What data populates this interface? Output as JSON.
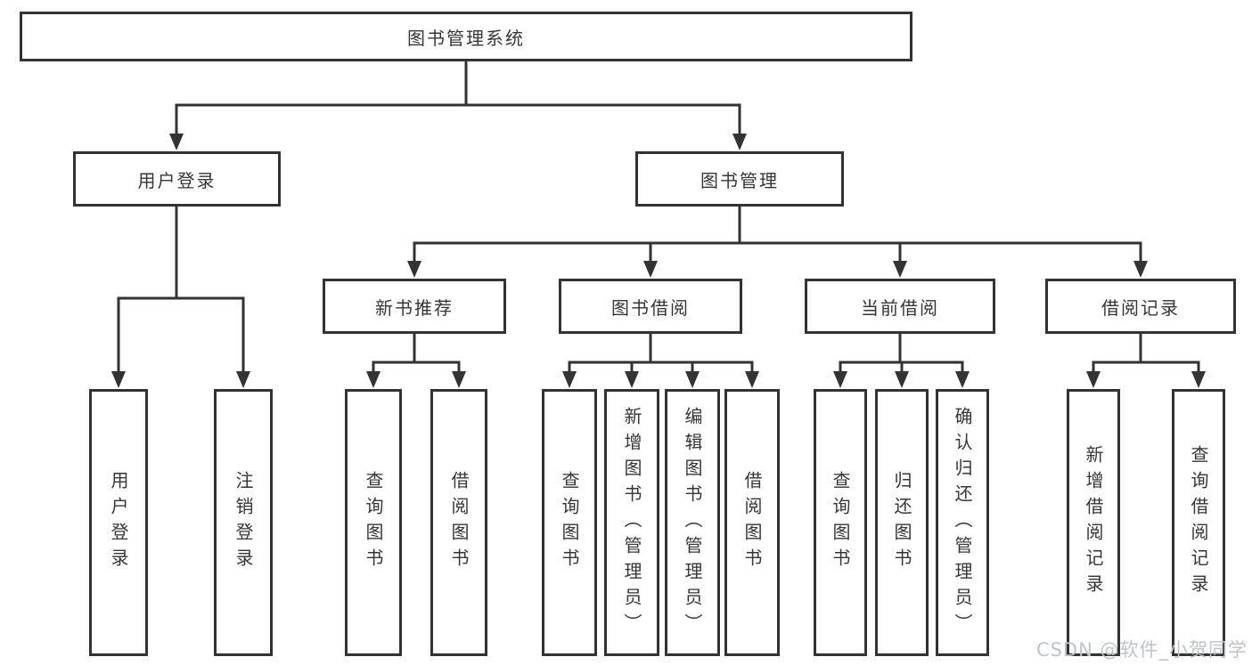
{
  "diagram": {
    "root": "图书管理系统",
    "level2": {
      "user_login": "用户登录",
      "book_mgmt": "图书管理"
    },
    "level3": {
      "new_books": "新书推荐",
      "book_borrow": "图书借阅",
      "current_borrow": "当前借阅",
      "borrow_records": "借阅记录"
    },
    "leaves": {
      "user_login": [
        "用户登录",
        "注销登录"
      ],
      "new_books": [
        "查询图书",
        "借阅图书"
      ],
      "book_borrow": [
        "查询图书",
        "新增图书（管理员）",
        "编辑图书（管理员）",
        "借阅图书"
      ],
      "current_borrow": [
        "查询图书",
        "归还图书",
        "确认归还（管理员）"
      ],
      "borrow_records": [
        "新增借阅记录",
        "查询借阅记录"
      ]
    }
  },
  "watermark": {
    "text": "CSDN @软件_小贺同学"
  },
  "colors": {
    "line": "#333333",
    "box_background": "#ffffff",
    "text": "#363636",
    "watermark": "#bfc3c9"
  }
}
